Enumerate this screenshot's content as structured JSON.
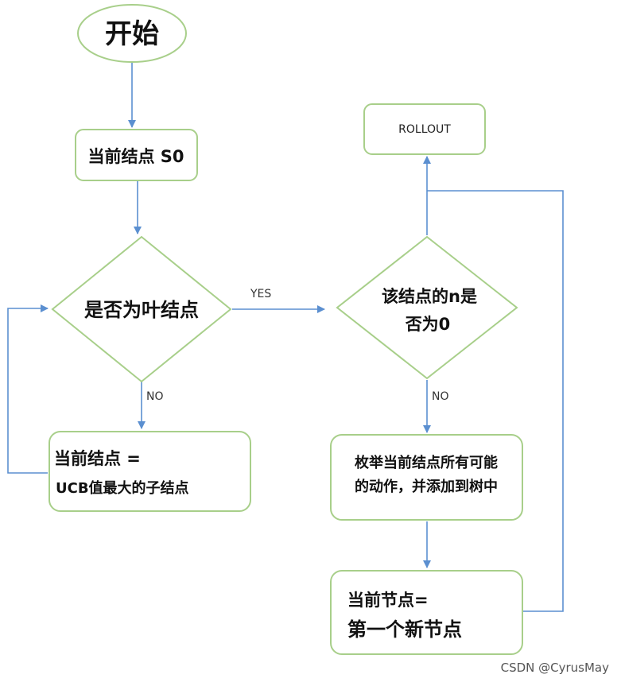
{
  "nodes": {
    "start": {
      "label": "开始"
    },
    "current_s0": {
      "label": "当前结点 S0"
    },
    "is_leaf": {
      "label": "是否为叶结点"
    },
    "select_ucb": {
      "line1": "当前结点 =",
      "line2": "UCB值最大的子结点"
    },
    "n_zero": {
      "line1": "该结点的n是",
      "line2": "否为0"
    },
    "rollout": {
      "label": "ROLLOUT"
    },
    "expand": {
      "line1": "枚举当前结点所有可能",
      "line2": "的动作，并添加到树中"
    },
    "new_node": {
      "line1": "当前节点=",
      "line2": "第一个新节点"
    }
  },
  "edges": {
    "yes_label": "YES",
    "no_label_left": "NO",
    "no_label_right": "NO"
  },
  "colors": {
    "node_border": "#a8cf8a",
    "arrow": "#5b8fd0",
    "text": "#111111"
  },
  "watermark": "CSDN @CyrusMay"
}
